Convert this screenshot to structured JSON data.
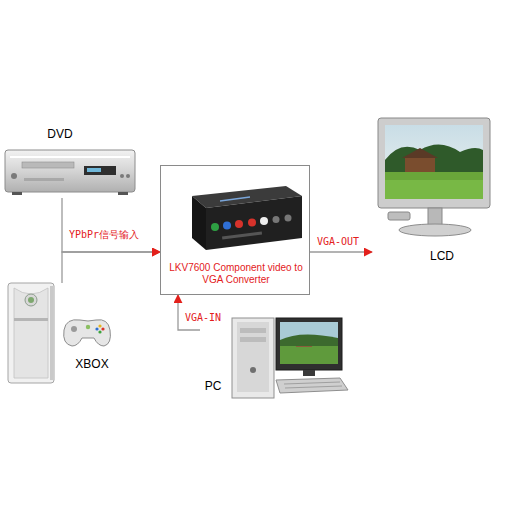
{
  "diagram": {
    "nodes": [
      {
        "text": [
          "DVD"
        ]
      },
      {
        "text": [
          "LKV7600 Component video to VGA Converter"
        ]
      },
      {
        "text": [
          "LCD"
        ]
      },
      {
        "text": [
          "XBOX"
        ]
      },
      {
        "text": [
          "PC"
        ]
      }
    ],
    "edges": [
      {
        "from": 0,
        "to": 1,
        "label": "YPbPr信号输入",
        "arrow": "to"
      },
      {
        "from": 3,
        "to": 1,
        "arrow": "to"
      },
      {
        "from": 4,
        "to": 1,
        "label": "VGA-IN",
        "arrow": "to"
      },
      {
        "from": 1,
        "to": 2,
        "label": "VGA-OUT",
        "arrow": "to"
      }
    ]
  }
}
